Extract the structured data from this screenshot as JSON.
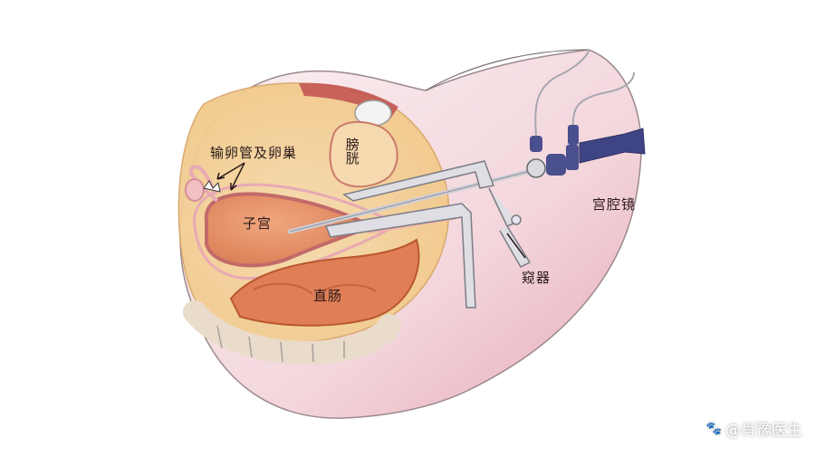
{
  "labels": {
    "tube_ovary": "输卵管及卵巢",
    "bladder": "膀胱",
    "uterus": "子宫",
    "rectum": "直肠",
    "speculum": "窥器",
    "hysteroscope": "宫腔镜"
  },
  "watermark": {
    "icon": "paw-icon",
    "text": "@肖豫医生"
  },
  "colors": {
    "skin": "#f6e2e6",
    "skin_edge": "#e9b7bf",
    "tissue_yellow": "#f3d7a0",
    "uterus": "#e38b62",
    "rectum": "#d9774f",
    "bone": "#f4efe4",
    "instrument": "#c9c9cf",
    "scope_blue": "#4a4f8e"
  }
}
